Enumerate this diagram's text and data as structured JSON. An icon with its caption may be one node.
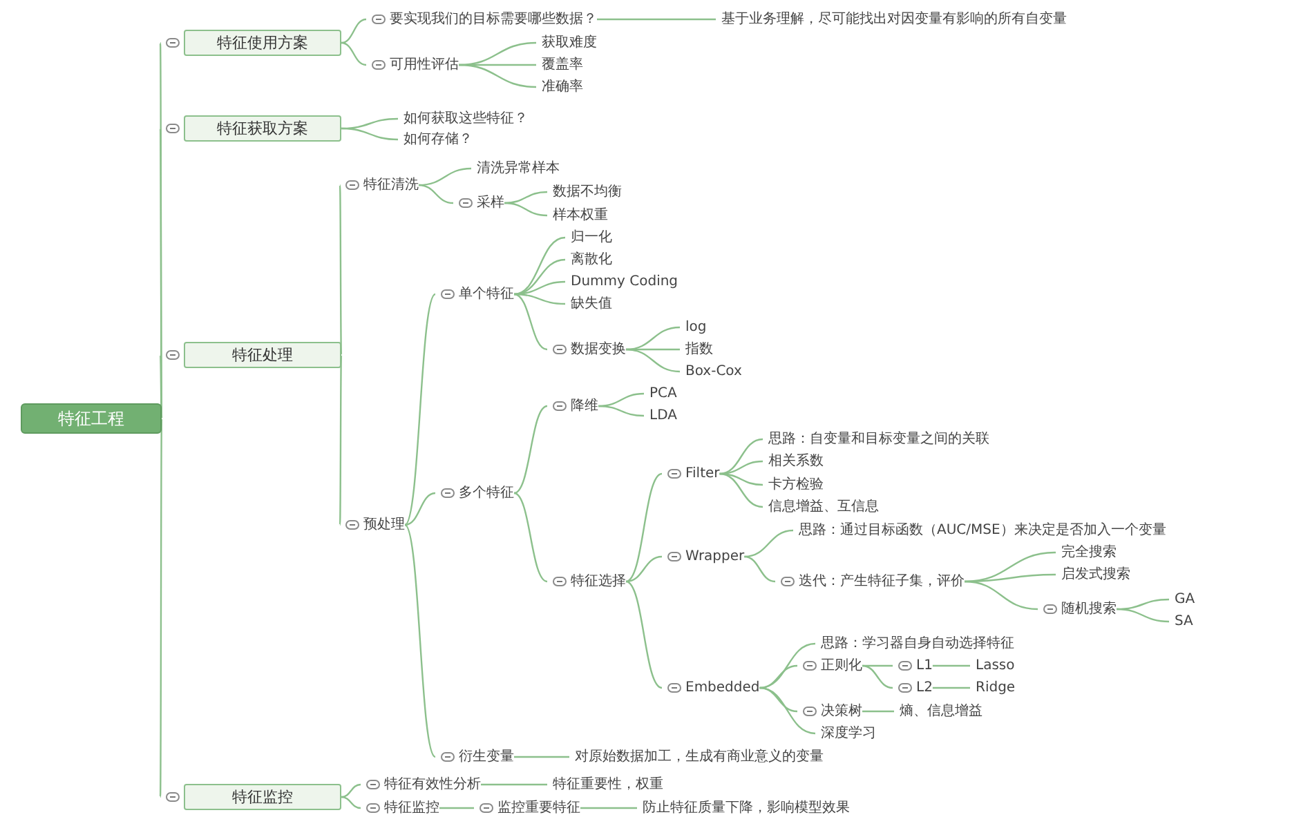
{
  "diagram": {
    "nodes": [
      {
        "text": [
          "特征工程"
        ]
      },
      {
        "text": [
          "特征使用方案"
        ]
      },
      {
        "text": [
          "要实现我们的目标需要哪些数据？"
        ]
      },
      {
        "text": [
          "基于业务理解，尽可能找出对因变量有影响的所有自变量"
        ]
      },
      {
        "text": [
          "可用性评估"
        ]
      },
      {
        "text": [
          "获取难度"
        ]
      },
      {
        "text": [
          "覆盖率"
        ]
      },
      {
        "text": [
          "准确率"
        ]
      },
      {
        "text": [
          "特征获取方案"
        ]
      },
      {
        "text": [
          "如何获取这些特征？"
        ]
      },
      {
        "text": [
          "如何存储？"
        ]
      },
      {
        "text": [
          "特征处理"
        ]
      },
      {
        "text": [
          "特征清洗"
        ]
      },
      {
        "text": [
          "清洗异常样本"
        ]
      },
      {
        "text": [
          "采样"
        ]
      },
      {
        "text": [
          "数据不均衡"
        ]
      },
      {
        "text": [
          "样本权重"
        ]
      },
      {
        "text": [
          "预处理"
        ]
      },
      {
        "text": [
          "单个特征"
        ]
      },
      {
        "text": [
          "归一化"
        ]
      },
      {
        "text": [
          "离散化"
        ]
      },
      {
        "text": [
          "Dummy Coding"
        ]
      },
      {
        "text": [
          "缺失值"
        ]
      },
      {
        "text": [
          "数据变换"
        ]
      },
      {
        "text": [
          "log"
        ]
      },
      {
        "text": [
          "指数"
        ]
      },
      {
        "text": [
          "Box-Cox"
        ]
      },
      {
        "text": [
          "多个特征"
        ]
      },
      {
        "text": [
          "降维"
        ]
      },
      {
        "text": [
          "PCA"
        ]
      },
      {
        "text": [
          "LDA"
        ]
      },
      {
        "text": [
          "特征选择"
        ]
      },
      {
        "text": [
          "Filter"
        ]
      },
      {
        "text": [
          "思路：自变量和目标变量之间的关联"
        ]
      },
      {
        "text": [
          "相关系数"
        ]
      },
      {
        "text": [
          "卡方检验"
        ]
      },
      {
        "text": [
          "信息增益、互信息"
        ]
      },
      {
        "text": [
          "Wrapper"
        ]
      },
      {
        "text": [
          "思路：通过目标函数（AUC/MSE）来决定是否加入一个变量"
        ]
      },
      {
        "text": [
          "迭代：产生特征子集，评价"
        ]
      },
      {
        "text": [
          "完全搜索"
        ]
      },
      {
        "text": [
          "启发式搜索"
        ]
      },
      {
        "text": [
          "随机搜索"
        ]
      },
      {
        "text": [
          "GA"
        ]
      },
      {
        "text": [
          "SA"
        ]
      },
      {
        "text": [
          "Embedded"
        ]
      },
      {
        "text": [
          "思路：学习器自身自动选择特征"
        ]
      },
      {
        "text": [
          "正则化"
        ]
      },
      {
        "text": [
          "L1"
        ]
      },
      {
        "text": [
          "Lasso"
        ]
      },
      {
        "text": [
          "L2"
        ]
      },
      {
        "text": [
          "Ridge"
        ]
      },
      {
        "text": [
          "决策树"
        ]
      },
      {
        "text": [
          "熵、信息增益"
        ]
      },
      {
        "text": [
          "深度学习"
        ]
      },
      {
        "text": [
          "衍生变量"
        ]
      },
      {
        "text": [
          "对原始数据加工，生成有商业意义的变量"
        ]
      },
      {
        "text": [
          "特征监控"
        ]
      },
      {
        "text": [
          "特征有效性分析"
        ]
      },
      {
        "text": [
          "特征重要性，权重"
        ]
      },
      {
        "text": [
          "特征监控"
        ]
      },
      {
        "text": [
          "监控重要特征"
        ]
      },
      {
        "text": [
          "防止特征质量下降，影响模型效果"
        ]
      }
    ],
    "edges": [
      {
        "from": 0,
        "to": 1,
        "arrow": "none"
      },
      {
        "from": 0,
        "to": 8,
        "arrow": "none"
      },
      {
        "from": 0,
        "to": 11,
        "arrow": "none"
      },
      {
        "from": 0,
        "to": 57,
        "arrow": "none"
      },
      {
        "from": 1,
        "to": 2,
        "arrow": "none"
      },
      {
        "from": 2,
        "to": 3,
        "arrow": "none"
      },
      {
        "from": 1,
        "to": 4,
        "arrow": "none"
      },
      {
        "from": 4,
        "to": 5,
        "arrow": "none"
      },
      {
        "from": 4,
        "to": 6,
        "arrow": "none"
      },
      {
        "from": 4,
        "to": 7,
        "arrow": "none"
      },
      {
        "from": 8,
        "to": 9,
        "arrow": "none"
      },
      {
        "from": 8,
        "to": 10,
        "arrow": "none"
      },
      {
        "from": 11,
        "to": 12,
        "arrow": "none"
      },
      {
        "from": 12,
        "to": 13,
        "arrow": "none"
      },
      {
        "from": 12,
        "to": 14,
        "arrow": "none"
      },
      {
        "from": 14,
        "to": 15,
        "arrow": "none"
      },
      {
        "from": 14,
        "to": 16,
        "arrow": "none"
      },
      {
        "from": 11,
        "to": 17,
        "arrow": "none"
      },
      {
        "from": 17,
        "to": 18,
        "arrow": "none"
      },
      {
        "from": 18,
        "to": 19,
        "arrow": "none"
      },
      {
        "from": 18,
        "to": 20,
        "arrow": "none"
      },
      {
        "from": 18,
        "to": 21,
        "arrow": "none"
      },
      {
        "from": 18,
        "to": 22,
        "arrow": "none"
      },
      {
        "from": 18,
        "to": 23,
        "arrow": "none"
      },
      {
        "from": 23,
        "to": 24,
        "arrow": "none"
      },
      {
        "from": 23,
        "to": 25,
        "arrow": "none"
      },
      {
        "from": 23,
        "to": 26,
        "arrow": "none"
      },
      {
        "from": 17,
        "to": 27,
        "arrow": "none"
      },
      {
        "from": 27,
        "to": 28,
        "arrow": "none"
      },
      {
        "from": 28,
        "to": 29,
        "arrow": "none"
      },
      {
        "from": 28,
        "to": 30,
        "arrow": "none"
      },
      {
        "from": 27,
        "to": 31,
        "arrow": "none"
      },
      {
        "from": 31,
        "to": 32,
        "arrow": "none"
      },
      {
        "from": 32,
        "to": 33,
        "arrow": "none"
      },
      {
        "from": 32,
        "to": 34,
        "arrow": "none"
      },
      {
        "from": 32,
        "to": 35,
        "arrow": "none"
      },
      {
        "from": 32,
        "to": 36,
        "arrow": "none"
      },
      {
        "from": 31,
        "to": 37,
        "arrow": "none"
      },
      {
        "from": 37,
        "to": 38,
        "arrow": "none"
      },
      {
        "from": 37,
        "to": 39,
        "arrow": "none"
      },
      {
        "from": 39,
        "to": 40,
        "arrow": "none"
      },
      {
        "from": 39,
        "to": 41,
        "arrow": "none"
      },
      {
        "from": 39,
        "to": 42,
        "arrow": "none"
      },
      {
        "from": 42,
        "to": 43,
        "arrow": "none"
      },
      {
        "from": 42,
        "to": 44,
        "arrow": "none"
      },
      {
        "from": 31,
        "to": 45,
        "arrow": "none"
      },
      {
        "from": 45,
        "to": 46,
        "arrow": "none"
      },
      {
        "from": 45,
        "to": 47,
        "arrow": "none"
      },
      {
        "from": 47,
        "to": 48,
        "arrow": "none"
      },
      {
        "from": 48,
        "to": 49,
        "arrow": "none"
      },
      {
        "from": 47,
        "to": 50,
        "arrow": "none"
      },
      {
        "from": 50,
        "to": 51,
        "arrow": "none"
      },
      {
        "from": 45,
        "to": 52,
        "arrow": "none"
      },
      {
        "from": 52,
        "to": 53,
        "arrow": "none"
      },
      {
        "from": 45,
        "to": 54,
        "arrow": "none"
      },
      {
        "from": 17,
        "to": 55,
        "arrow": "none"
      },
      {
        "from": 55,
        "to": 56,
        "arrow": "none"
      },
      {
        "from": 57,
        "to": 58,
        "arrow": "none"
      },
      {
        "from": 58,
        "to": 59,
        "arrow": "none"
      },
      {
        "from": 57,
        "to": 60,
        "arrow": "none"
      },
      {
        "from": 60,
        "to": 61,
        "arrow": "none"
      },
      {
        "from": 61,
        "to": 62,
        "arrow": "none"
      }
    ]
  }
}
